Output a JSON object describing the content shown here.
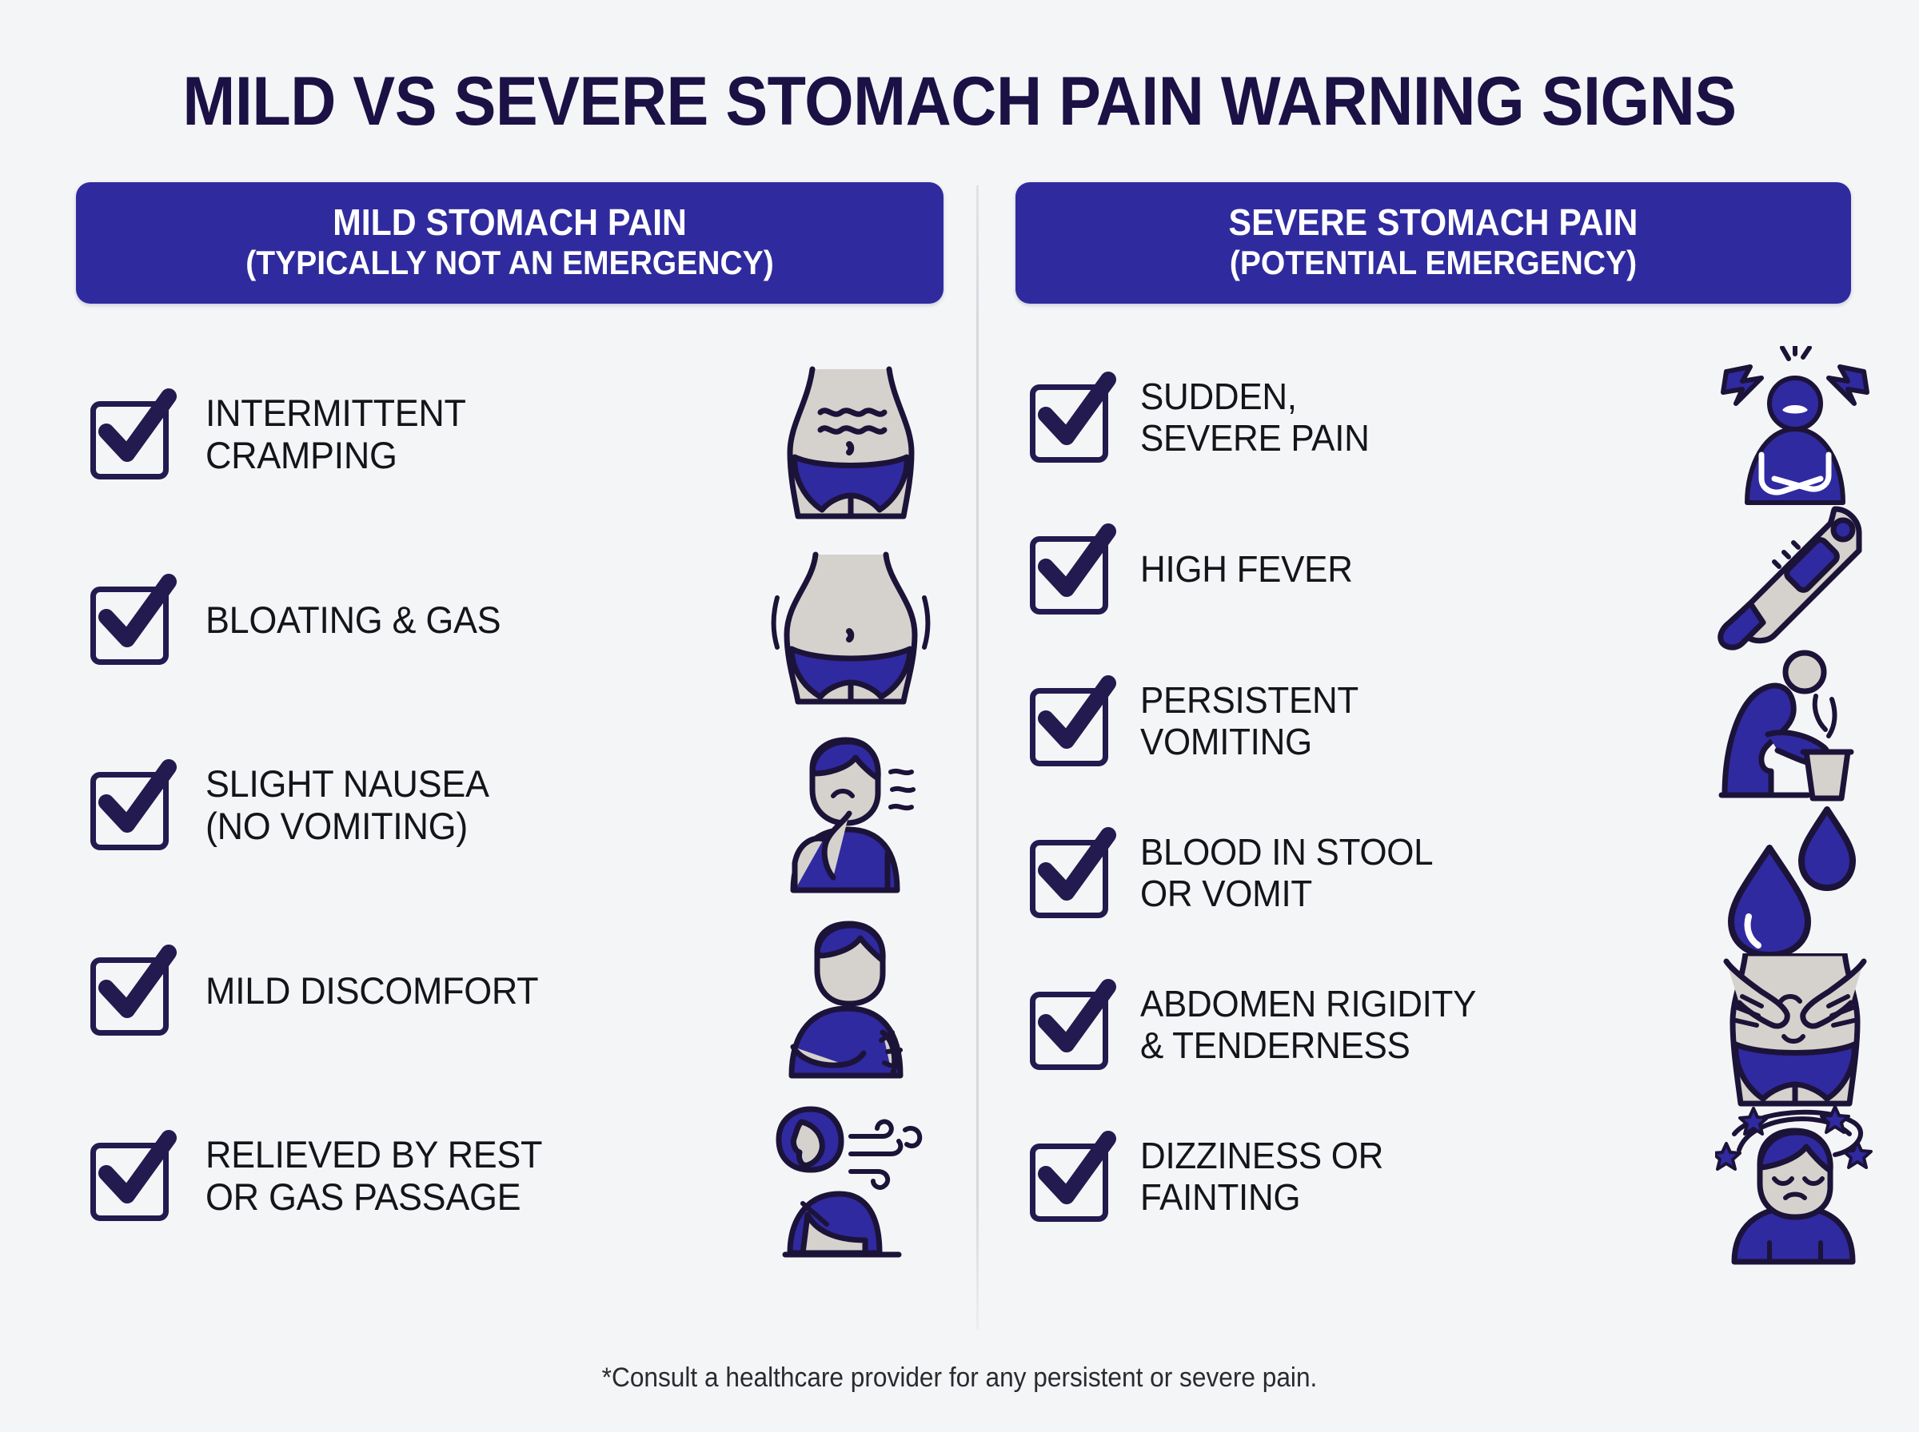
{
  "title": "MILD VS SEVERE STOMACH PAIN WARNING SIGNS",
  "colors": {
    "background": "#f4f5f7",
    "title_navy": "#1b1145",
    "banner_blue": "#2f2b9e",
    "checkbox_navy": "#231a4f",
    "icon_blue": "#2f2aa0",
    "icon_outline": "#1c1338",
    "icon_skin": "#d5d2cd",
    "text_dark": "#14141a"
  },
  "left_column": {
    "banner": {
      "line1": "MILD STOMACH PAIN",
      "line2": "(TYPICALLY NOT AN EMERGENCY)"
    },
    "items": [
      {
        "label": "INTERMITTENT\nCRAMPING",
        "checked": true,
        "icon": "torso-cramping-icon"
      },
      {
        "label": "BLOATING & GAS",
        "checked": true,
        "icon": "torso-bloating-icon"
      },
      {
        "label": "SLIGHT NAUSEA\n(NO VOMITING)",
        "checked": true,
        "icon": "person-nausea-icon"
      },
      {
        "label": "MILD DISCOMFORT",
        "checked": true,
        "icon": "person-holding-belly-icon"
      },
      {
        "label": "RELIEVED BY REST\nOR GAS PASSAGE",
        "checked": true,
        "icon": "person-resting-wind-icon"
      }
    ]
  },
  "right_column": {
    "banner": {
      "line1": "SEVERE STOMACH PAIN",
      "line2": "(POTENTIAL EMERGENCY)"
    },
    "items": [
      {
        "label": "SUDDEN,\nSEVERE PAIN",
        "checked": true,
        "icon": "person-severe-pain-icon"
      },
      {
        "label": "HIGH FEVER",
        "checked": true,
        "icon": "thermometer-icon"
      },
      {
        "label": "PERSISTENT\nVOMITING",
        "checked": true,
        "icon": "person-vomiting-bucket-icon"
      },
      {
        "label": "BLOOD IN STOOL\nOR VOMIT",
        "checked": true,
        "icon": "blood-drops-icon"
      },
      {
        "label": "ABDOMEN RIGIDITY\n& TENDERNESS",
        "checked": true,
        "icon": "hands-on-abdomen-icon"
      },
      {
        "label": "DIZZINESS OR\nFAINTING",
        "checked": true,
        "icon": "person-dizzy-icon"
      }
    ]
  },
  "footer": "*Consult a healthcare provider for any persistent or severe pain."
}
